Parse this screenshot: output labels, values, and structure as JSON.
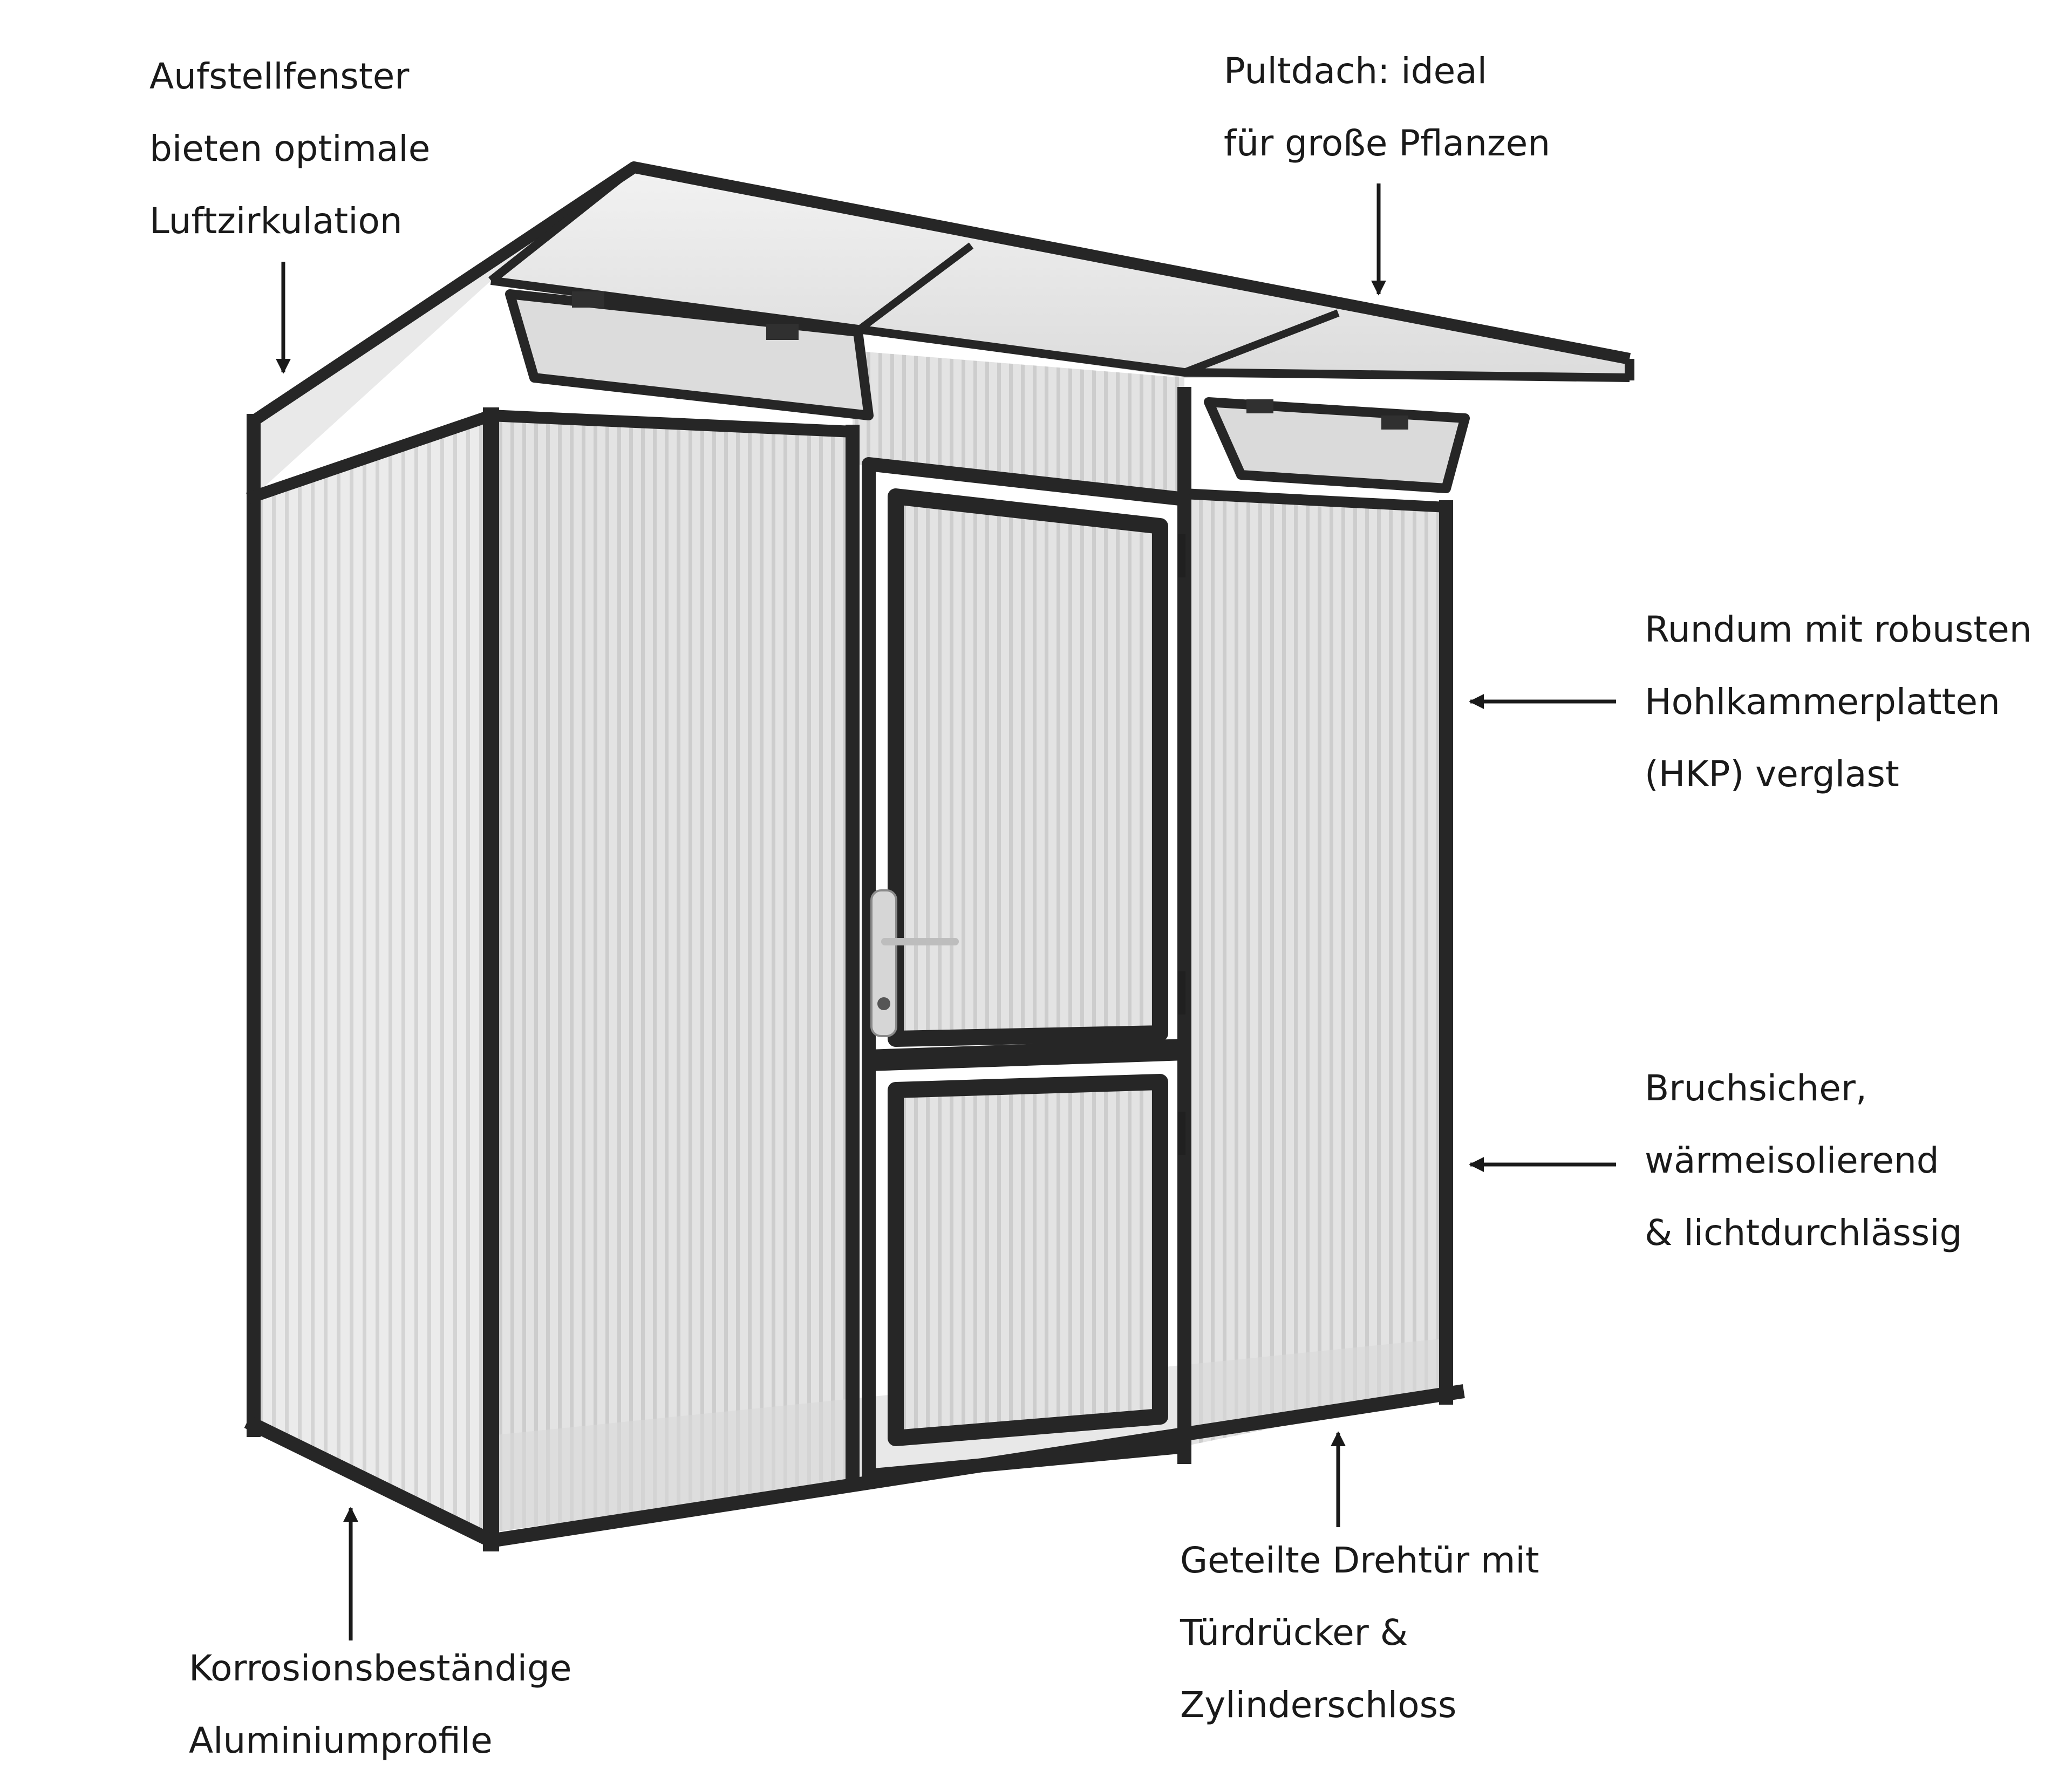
{
  "labels": {
    "windows": [
      "Aufstellfenster",
      "bieten optimale",
      "Luftzirkulation"
    ],
    "roof": [
      "Pultdach: ideal",
      "für große Pflanzen"
    ],
    "panels": [
      "Rundum mit robusten",
      "Hohlkammerplatten",
      "(HKP) verglast"
    ],
    "properties": [
      "Bruchsicher,",
      "wärmeisolierend",
      "& lichtdurchlässig"
    ],
    "door": [
      "Geteilte Drehtür mit",
      "Türdrücker &",
      "Zylinderschloss"
    ],
    "profiles": [
      "Korrosionsbeständige",
      "Aluminiumprofile"
    ]
  },
  "colors": {
    "frame": "#262626",
    "panel": "#e1e1e1",
    "panel_stripe": "#c9c9c9",
    "roof_glass": "#eeeeee",
    "text": "#1a1a1a"
  }
}
